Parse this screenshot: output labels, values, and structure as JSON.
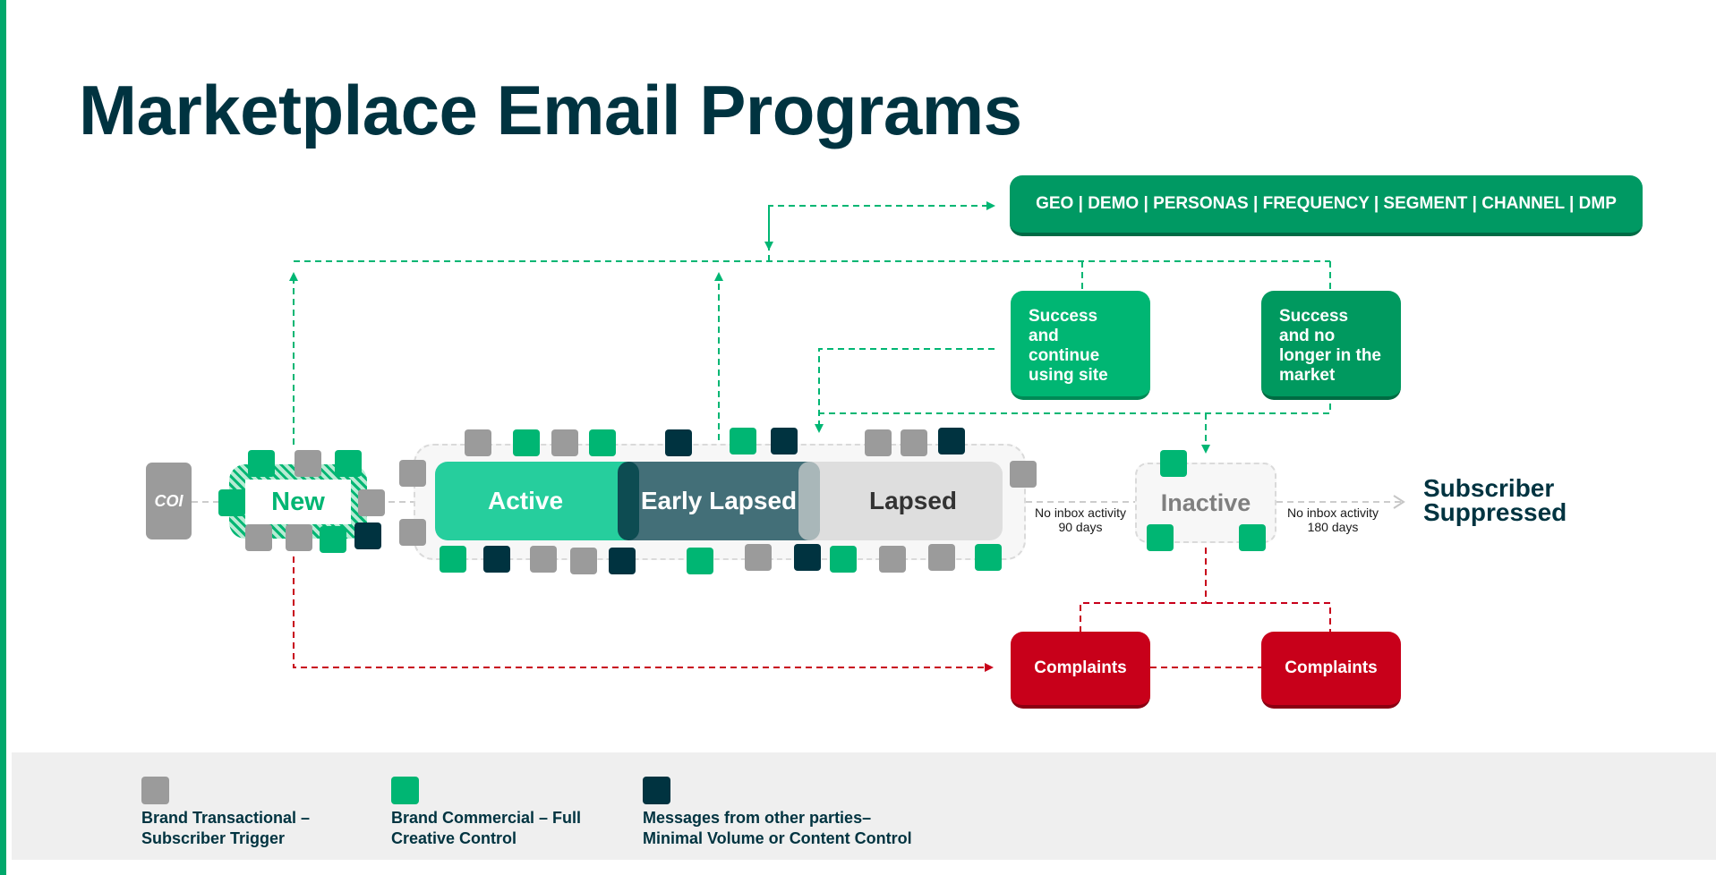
{
  "title": "Marketplace Email Programs",
  "segmentation_box": "GEO | DEMO | PERSONAS | FREQUENCY | SEGMENT | CHANNEL | DMP",
  "success_boxes": [
    {
      "label": "Success and continue using site"
    },
    {
      "label": "Success and no longer in the market"
    }
  ],
  "complaints": [
    {
      "label": "Complaints"
    },
    {
      "label": "Complaints"
    }
  ],
  "coi_label": "COI",
  "new_label": "New",
  "stages": {
    "active": "Active",
    "early_lapsed": "Early Lapsed",
    "lapsed": "Lapsed"
  },
  "inactive_label": "Inactive",
  "activity_notes": [
    {
      "line1": "No inbox activity",
      "line2": "90 days"
    },
    {
      "line1": "No inbox activity",
      "line2": "180 days"
    }
  ],
  "suppressed": {
    "line1": "Subscriber",
    "line2": "Suppressed"
  },
  "legend": [
    {
      "color": "#9b9b9b",
      "line1": "Brand Transactional –",
      "line2": "Subscriber Trigger"
    },
    {
      "color": "#00b673",
      "line1": "Brand Commercial – Full",
      "line2": "Creative Control"
    },
    {
      "color": "#003340",
      "line1": "Messages from other parties–",
      "line2": "Minimal Volume or Content Control"
    }
  ],
  "colors": {
    "brand_transactional": "#9b9b9b",
    "brand_commercial": "#00b673",
    "other_parties": "#003340",
    "complaint_red": "#c8001a",
    "title_navy": "#003340"
  }
}
